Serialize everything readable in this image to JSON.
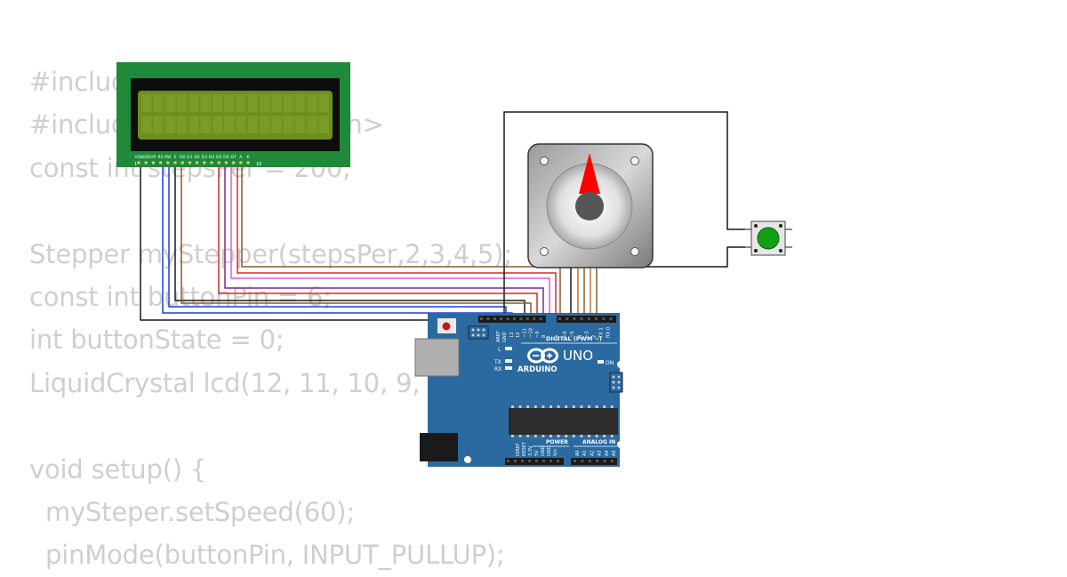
{
  "code_lines": [
    "#include <Stepper.h>",
    "#include <LiquidCrystal.h>",
    "const int stepsPer = 200;",
    "",
    "Stepper myStepper(stepsPer,2,3,4,5);",
    "const int buttonPin = 6;",
    "int buttonState = 0;",
    "LiquidCrystal lcd(12, 11, 10, 9, 8, 7);",
    "",
    "void setup() {",
    "  mySteper.setSpeed(60);",
    "  pinMode(buttonPin, INPUT_PULLUP);"
  ],
  "lcd": {
    "pin_labels": [
      "VSS",
      "VDD",
      "V0",
      "RS",
      "RW",
      "E",
      "D0",
      "D1",
      "D2",
      "D3",
      "D4",
      "D5",
      "D6",
      "D7",
      "A",
      "K"
    ],
    "pin_first": "1",
    "pin_last": "16",
    "screen_color": "#6e8e1e",
    "board_color": "#1f8a3a"
  },
  "arduino": {
    "brand": "ARDUINO",
    "model": "UNO",
    "digital_label": "DIGITAL (PWM ~)",
    "power_label": "POWER",
    "analog_label": "ANALOG IN",
    "aref": "AREF",
    "gnd": "GND",
    "top_pins": [
      "13",
      "12",
      "~11",
      "~10",
      "~9",
      "8",
      "7",
      "~6",
      "~5",
      "4",
      "~3",
      "2",
      "TX 1",
      "RX 0"
    ],
    "power_pins": [
      "IOREF",
      "RESET",
      "3.3V",
      "5V",
      "GND",
      "GND",
      "Vin"
    ],
    "analog_pins": [
      "A0",
      "A1",
      "A2",
      "A3",
      "A4",
      "A5"
    ],
    "led_l": "L",
    "led_tx": "TX",
    "led_rx": "RX",
    "led_on": "ON",
    "board_color": "#2b6aa0"
  },
  "wire_colors": {
    "black": "#1a1a1a",
    "blue": "#1f3fd6",
    "brown": "#8b5a2b",
    "red": "#d62b2b",
    "magenta": "#e05ae0",
    "purple": "#7a2a8a",
    "orange": "#b87333"
  }
}
